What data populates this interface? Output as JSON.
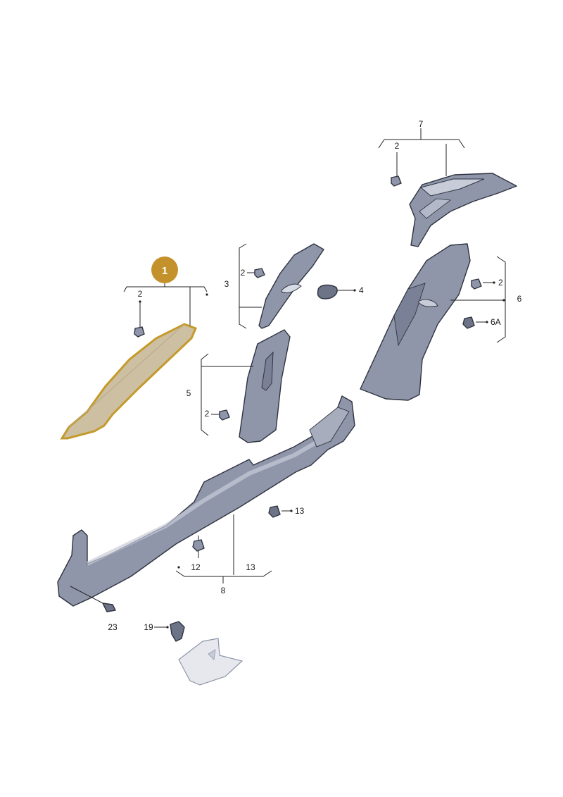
{
  "colors": {
    "part_fill": "#8f96aa",
    "part_shadow": "#6e7488",
    "part_light": "#c7ccd8",
    "highlight_fill": "#cdbfa2",
    "highlight_outline": "#c49a2b",
    "callout_fill": "#c4922c",
    "line": "#222222"
  },
  "labels": {
    "l1": "1",
    "l2a": "2",
    "l2b": "2",
    "l2c": "2",
    "l2d": "2",
    "l2e": "2",
    "l3": "3",
    "l4": "4",
    "l5": "5",
    "l6": "6",
    "l6a": "6A",
    "l7": "7",
    "l8": "8",
    "l12": "12",
    "l13a": "13",
    "l13b": "13",
    "l19": "19",
    "l23": "23"
  }
}
